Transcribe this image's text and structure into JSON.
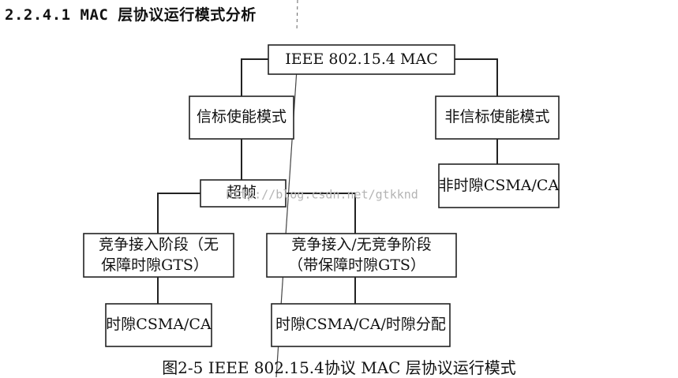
{
  "heading": "2.2.4.1 MAC 层协议运行模式分析",
  "caption": "图2-5 IEEE 802.15.4协议 MAC 层协议运行模式",
  "watermark": "http://blog.csdn.net/gtkknd",
  "nodes": {
    "root": {
      "lines": [
        "IEEE 802.15.4 MAC"
      ]
    },
    "beacon_mode": {
      "lines": [
        "信标使能模式"
      ]
    },
    "nonbeacon_mode": {
      "lines": [
        "非信标使能模式"
      ]
    },
    "nonbeacon_access": {
      "lines": [
        "非时隙CSMA/CA"
      ]
    },
    "superframe": {
      "lines": [
        "超帧"
      ]
    },
    "cap": {
      "lines": [
        "竞争接入阶段（无",
        "保障时隙GTS）"
      ]
    },
    "cap_cfp": {
      "lines": [
        "竞争接入/无竞争阶段",
        "（带保障时隙GTS）"
      ]
    },
    "cap_access": {
      "lines": [
        "时隙CSMA/CA"
      ]
    },
    "cfp_access": {
      "lines": [
        "时隙CSMA/CA/时隙分配"
      ]
    }
  },
  "edges": [
    [
      "root",
      "beacon_mode"
    ],
    [
      "root",
      "nonbeacon_mode"
    ],
    [
      "nonbeacon_mode",
      "nonbeacon_access"
    ],
    [
      "beacon_mode",
      "superframe"
    ],
    [
      "superframe",
      "cap"
    ],
    [
      "superframe",
      "cap_cfp"
    ],
    [
      "cap",
      "cap_access"
    ],
    [
      "cap_cfp",
      "cfp_access"
    ]
  ]
}
